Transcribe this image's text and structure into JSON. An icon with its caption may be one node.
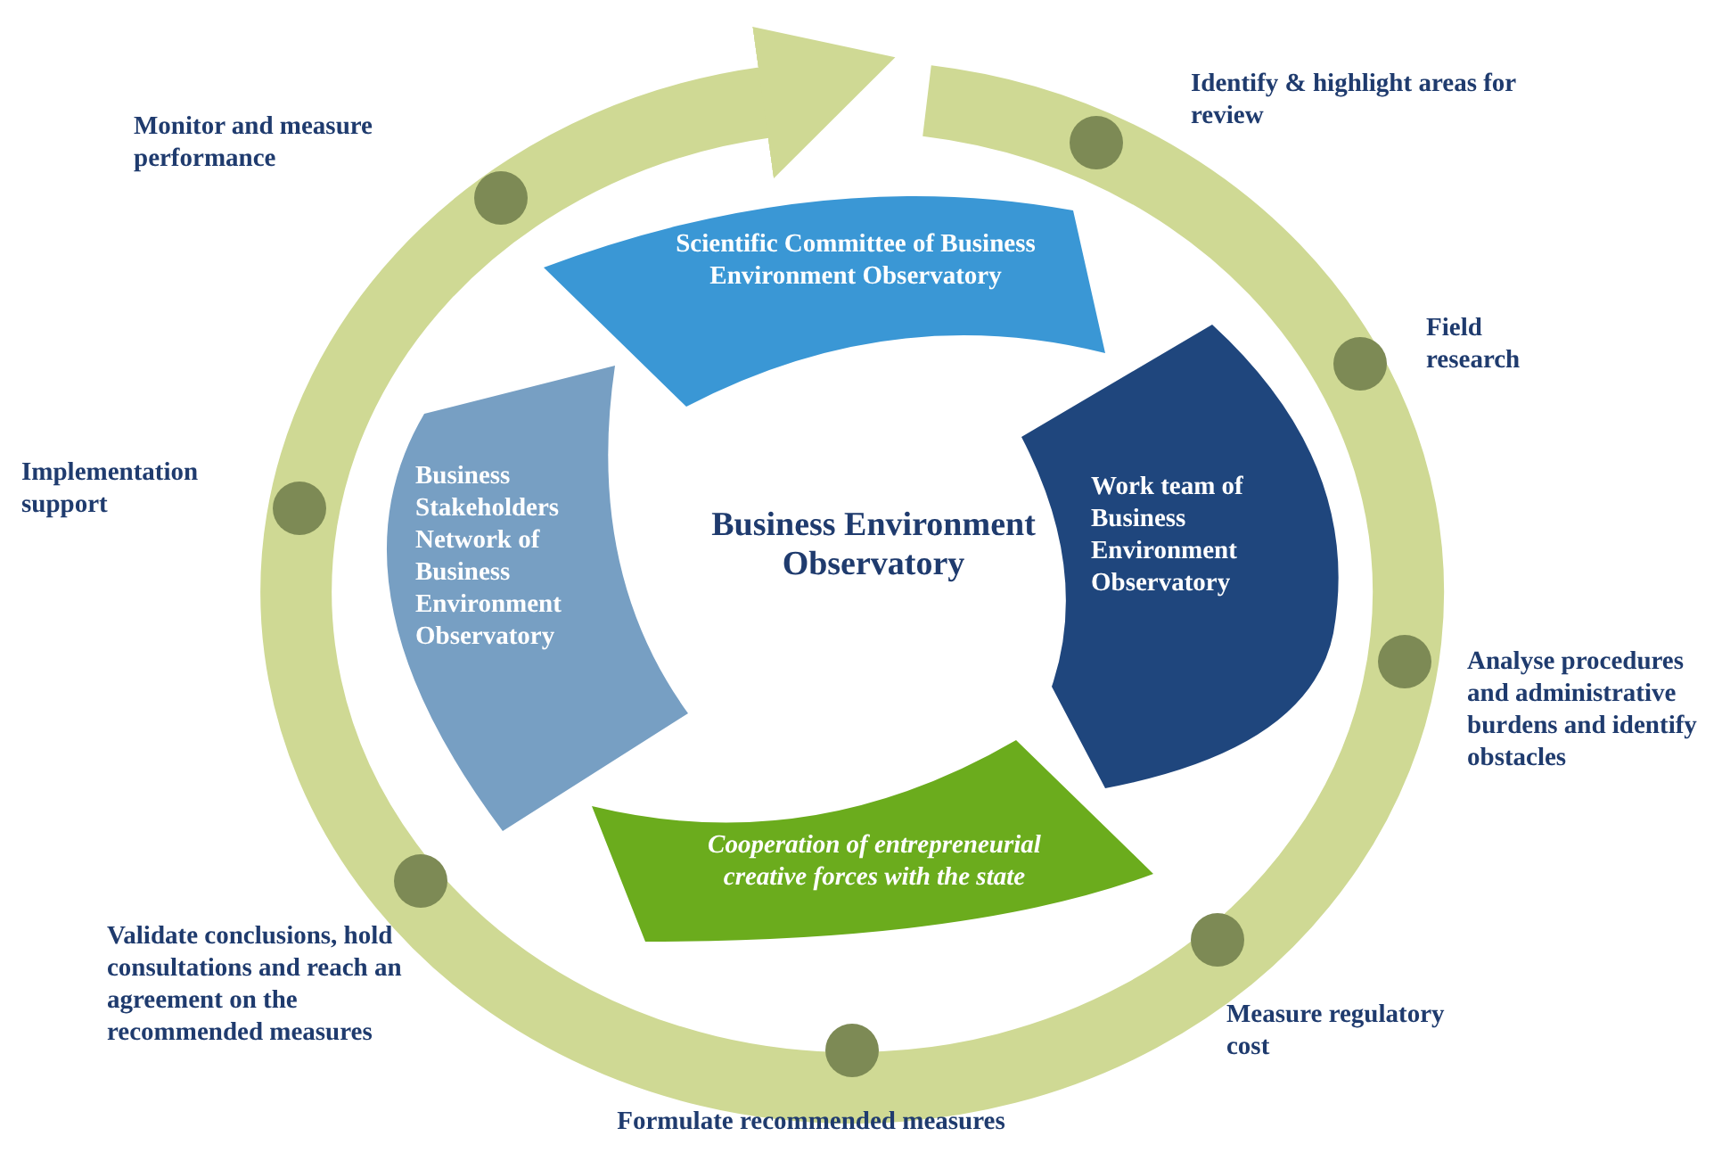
{
  "diagram": {
    "nodes": [
      {
        "text": [
          "Scientific Committee of Business Environment Observatory"
        ]
      },
      {
        "text": [
          "Work team of Business Environment Observatory"
        ]
      },
      {
        "text": [
          "Cooperation of entrepreneurial creative forces with the state"
        ]
      },
      {
        "text": [
          "Business Stakeholders Network of Business Environment Observatory"
        ]
      },
      {
        "text": [],
        "shape": "circle",
        "beside": [
          "Monitor and measure performance"
        ]
      },
      {
        "text": [],
        "shape": "circle",
        "beside": [
          "Identify & highlight areas for review"
        ]
      },
      {
        "text": [],
        "shape": "circle",
        "beside": [
          "Field research"
        ]
      },
      {
        "text": [],
        "shape": "circle",
        "beside": [
          "Analyse procedures and administrative burdens and identify obstacles"
        ]
      },
      {
        "text": [],
        "shape": "circle",
        "beside": [
          "Measure regulatory cost"
        ]
      },
      {
        "text": [],
        "shape": "circle",
        "beside": [
          "Formulate recommended measures"
        ]
      },
      {
        "text": [],
        "shape": "circle",
        "beside": [
          "Validate conclusions, hold consultations and reach an agreement on the recommended measures"
        ]
      },
      {
        "text": [],
        "shape": "circle",
        "beside": [
          "Implementation support"
        ]
      }
    ],
    "labels": [
      "Business Environment Observatory"
    ]
  }
}
